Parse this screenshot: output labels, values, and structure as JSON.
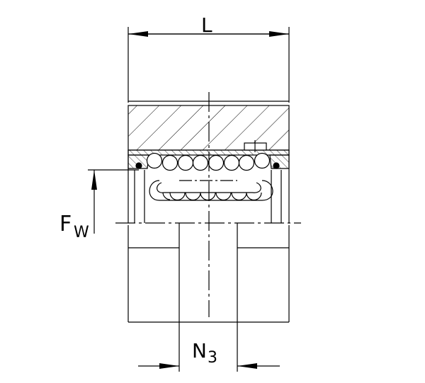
{
  "labels": {
    "length": "L",
    "force_main": "F",
    "force_sub": "W",
    "n_main": "N",
    "n_sub": "3"
  },
  "colors": {
    "line": "#000000",
    "background": "#ffffff"
  }
}
